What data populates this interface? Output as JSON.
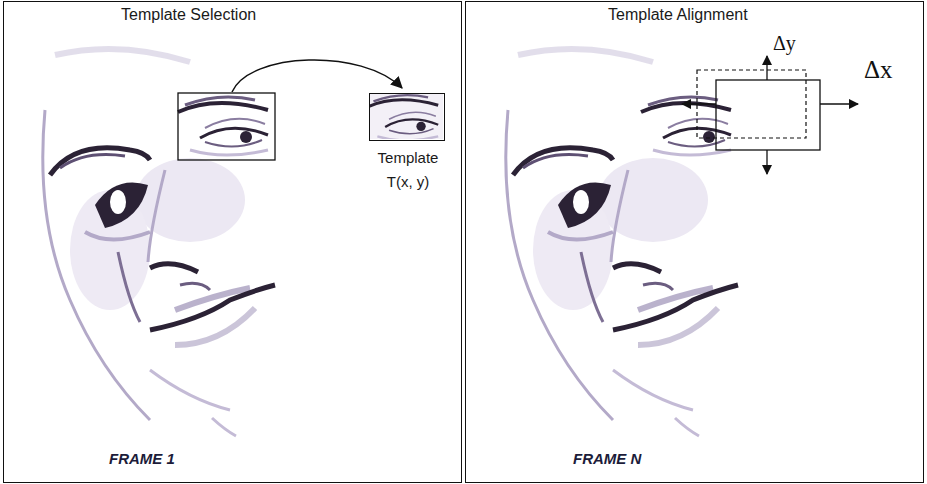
{
  "diagram": {
    "nodes": [
      {
        "text": [
          "Template Selection",
          "FRAME 1"
        ]
      },
      {
        "text": [
          "Template T(x, y)"
        ],
        "in": 0
      },
      {
        "text": [
          "Template Alignment",
          "FRAME N"
        ]
      }
    ],
    "labels": [
      "Δy",
      "Δx"
    ]
  }
}
